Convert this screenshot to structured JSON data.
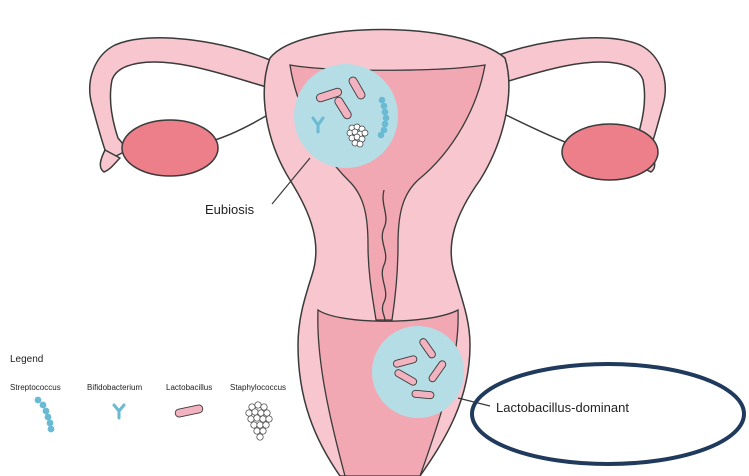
{
  "labels": {
    "eubiosis": "Eubiosis",
    "lactobacillus_dominant": "Lactobacillus-dominant"
  },
  "legend": {
    "title": "Legend",
    "items": [
      {
        "label": "Streptococcus",
        "icon": "streptococcus-chain-icon"
      },
      {
        "label": "Bifidobacterium",
        "icon": "bifidobacterium-y-icon"
      },
      {
        "label": "Lactobacillus",
        "icon": "lactobacillus-rod-icon"
      },
      {
        "label": "Staphylococcus",
        "icon": "staphylococcus-cluster-icon"
      }
    ]
  },
  "colors": {
    "tissue_fill": "#f7c6cf",
    "tissue_inner": "#f2a8b2",
    "ovary": "#ec7f8a",
    "outline": "#3a3a3a",
    "bubble": "#b5dde5",
    "bacteria_blue": "#6bbad4",
    "rod_pink": "#f3b2bf",
    "highlight_ellipse": "#1f3a5c"
  }
}
